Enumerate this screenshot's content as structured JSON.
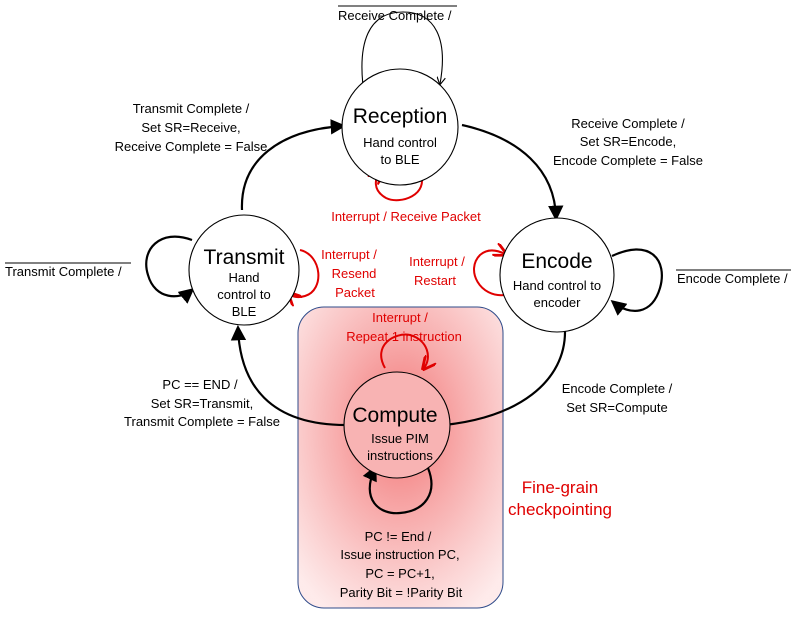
{
  "states": {
    "reception": {
      "title": "Reception",
      "lines": [
        "Hand control",
        "to BLE"
      ]
    },
    "encode": {
      "title": "Encode",
      "lines": [
        "Hand control to",
        "encoder"
      ]
    },
    "compute": {
      "title": "Compute",
      "lines": [
        "Issue PIM",
        "instructions"
      ]
    },
    "transmit": {
      "title": "Transmit",
      "lines": [
        "Hand",
        "control to",
        "BLE"
      ]
    }
  },
  "self_loops": {
    "reception": {
      "lines": [
        "Receive Complete /"
      ],
      "overline": "Receive Complete"
    },
    "encode": {
      "lines": [
        "Encode Complete /"
      ],
      "overline": "Encode Complete"
    },
    "transmit": {
      "lines": [
        "Transmit Complete /"
      ],
      "overline": "Transmit Complete"
    },
    "compute": {
      "lines": [
        "PC != End /",
        "Issue instruction PC,",
        "PC = PC+1,",
        "Parity Bit = !Parity Bit"
      ]
    }
  },
  "transitions": {
    "reception_to_encode": {
      "lines": [
        "Receive Complete /",
        "Set SR=Encode,",
        "Encode Complete = False"
      ]
    },
    "encode_to_compute": {
      "lines": [
        "Encode Complete /",
        "Set SR=Compute"
      ]
    },
    "compute_to_transmit": {
      "lines": [
        "PC == END /",
        "Set SR=Transmit,",
        "Transmit Complete = False"
      ]
    },
    "transmit_to_reception": {
      "lines": [
        "Transmit Complete /",
        "Set SR=Receive,",
        "Receive Complete = False"
      ]
    }
  },
  "interrupts": {
    "reception": {
      "lines": [
        "Interrupt  /  Receive Packet"
      ]
    },
    "transmit": {
      "lines": [
        "Interrupt /",
        "Resend",
        "Packet"
      ]
    },
    "encode": {
      "lines": [
        "Interrupt  /",
        "Restart"
      ]
    },
    "compute": {
      "lines": [
        "Interrupt  /",
        "Repeat 1 instruction"
      ]
    }
  },
  "region": {
    "lines": [
      "Fine-grain",
      "checkpointing"
    ]
  },
  "colors": {
    "interrupt": "#e00000",
    "region_fill": "#f26b6b",
    "region_border": "#2f4b8a",
    "arrow": "#000000"
  }
}
